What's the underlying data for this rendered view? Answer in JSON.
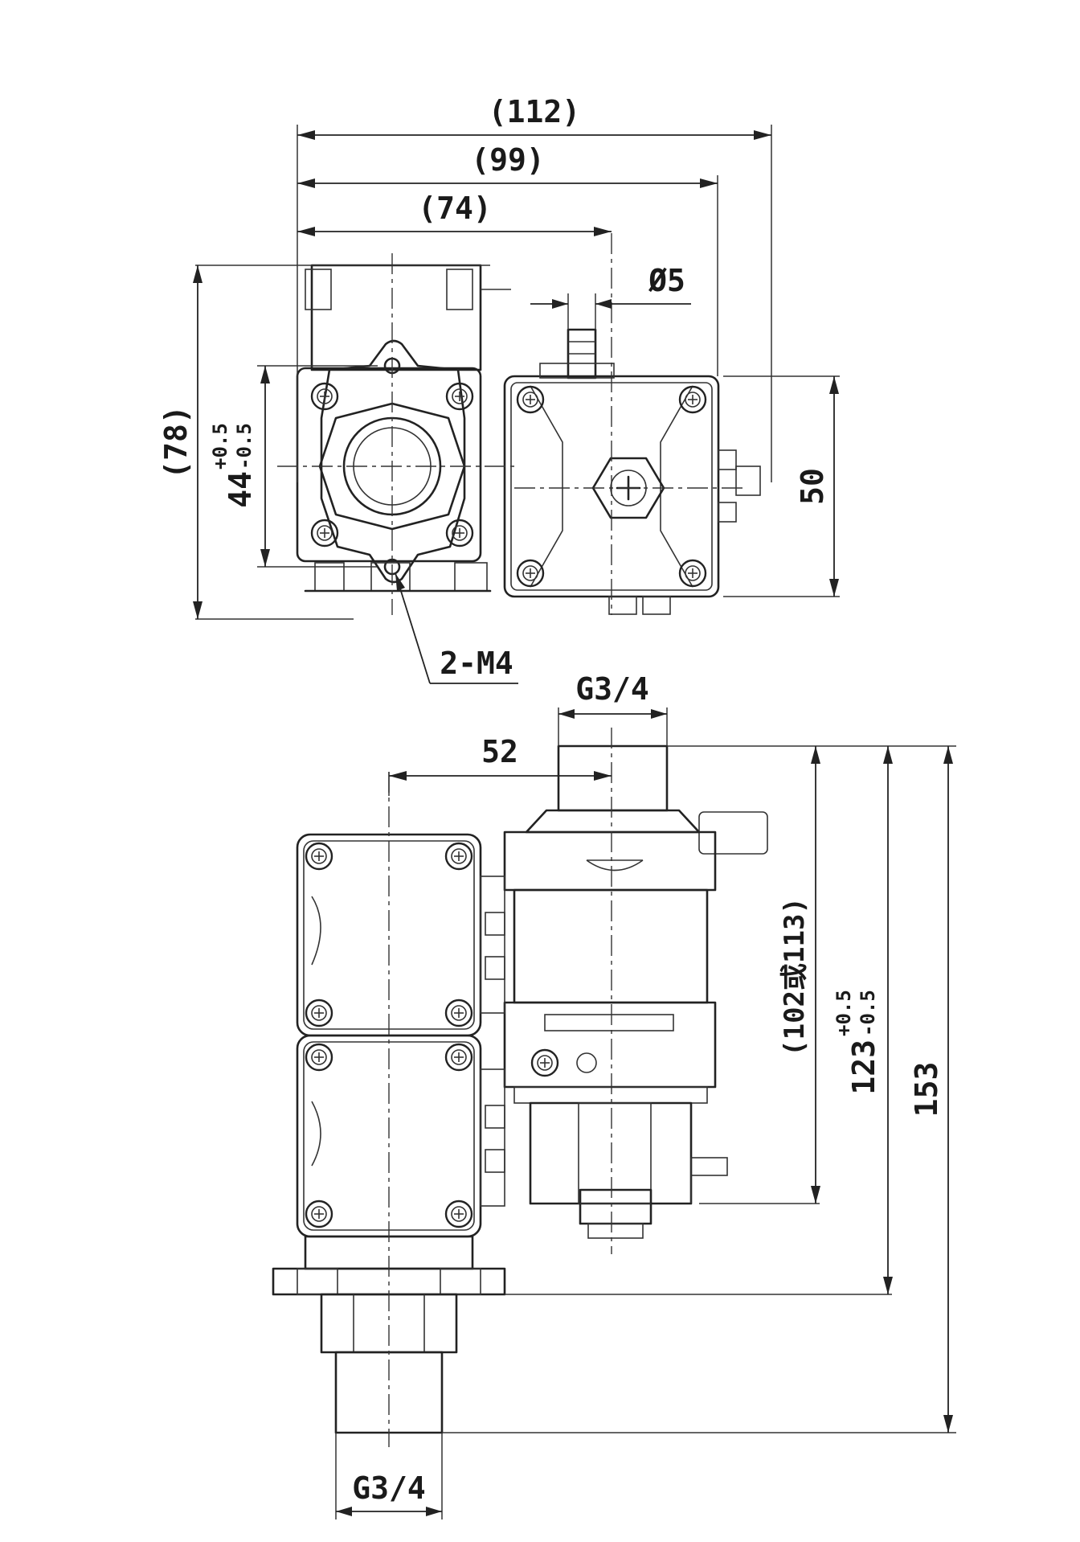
{
  "top_view": {
    "dim_overall_width": "(112)",
    "dim_width_99": "(99)",
    "dim_width_74": "(74)",
    "dim_port_diameter": "Ø5",
    "dim_overall_height": "(78)",
    "dim_mount_spacing": "44",
    "dim_mount_tol_plus": "+0.5",
    "dim_mount_tol_minus": "-0.5",
    "dim_coil_height": "50",
    "callout_mount_holes": "2-M4"
  },
  "side_view": {
    "dim_top_port_thread": "G3/4",
    "dim_center_offset": "52",
    "dim_height_alt": "(102或113)",
    "dim_height_main": "123",
    "dim_height_tol_plus": "+0.5",
    "dim_height_tol_minus": "-0.5",
    "dim_overall_height": "153",
    "dim_bottom_port_thread": "G3/4"
  }
}
